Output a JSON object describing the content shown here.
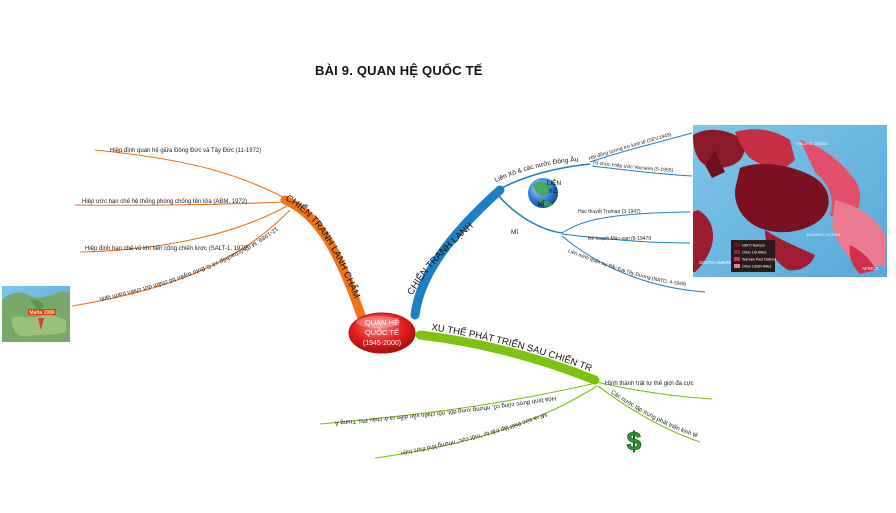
{
  "title": "BÀI 9. QUAN HỆ QUỐC TẾ",
  "center": {
    "line1": "QUAN HỆ",
    "line2": "QUỐC TẾ",
    "line3": "(1945-2000)"
  },
  "branches": {
    "cold_war": {
      "label": "CHIẾN TRANH LẠNH",
      "color": "#1e7fc4",
      "soviet": {
        "label": "Liên Xô & các nước Đông Âu",
        "items": [
          "Hội đồng tương trợ kinh tế (SEV,1949)",
          "Tổ chức Hiệp ước Vacsava (5-1955)"
        ]
      },
      "usa": {
        "label": "Mĩ",
        "items": [
          "Học thuyết Truman (3-1947)",
          "Kế hoạch Mác-san (6-19470",
          "Liên minh quân sự Bắc Đại Tây Dương (NATO, 4-1949)"
        ]
      },
      "globe": {
        "line1": "LIÊN",
        "line2": "XÔ",
        "line3": "MĨ"
      },
      "map_legend": [
        {
          "label": "NATO Nations",
          "color": "#7a1020"
        },
        {
          "label": "Other US Allies",
          "color": "#a01c30"
        },
        {
          "label": "Warsaw Pact Nations",
          "color": "#d0304a"
        },
        {
          "label": "Other USSR Allies",
          "color": "#ea7a90"
        }
      ],
      "map_labels": {
        "pacific": "PACIFIC OCEAN",
        "atlantic": "ATLANTIC OCEAN",
        "south_america": "SOUTH AMERICA",
        "africa": "AFRICA"
      }
    },
    "end_cold_war": {
      "label": "CHIẾN TRANH LẠNH CHẤM DỨT",
      "color": "#f07318",
      "items": [
        "Hiệp định quan hệ giữa Đông Đức và Tây Đức (11-1972)",
        "Hiệp ước hạn chế hệ thống phòng chống tên lửa (ABM, 1972)",
        "Hiệp định hạn chế vũ khí tiến công chiến lược (SALT-1, 1972)",
        "12-1989, M.Goócbachốp và G.Butơ tuyên bố chấm dứt chiến tranh lạnh"
      ],
      "badge": "Malta 1989"
    },
    "post_war": {
      "label": "XU THẾ PHÁT TRIỂN SAU CHIẾN TRANH",
      "color": "#7cc20e",
      "items": [
        "Hình thành trật tự thế giới đa cực",
        "Các nước tập trung phát triển kinh tế",
        "Hòa bình được củng cố, nhưng xung đột, nội chiến vẫn diễn ra ở châu Phi, Trung Á",
        "Mĩ ra sức thiết lập trật tự \"một cực\" nhưng khó thực hiện"
      ],
      "dollar": "$"
    }
  }
}
